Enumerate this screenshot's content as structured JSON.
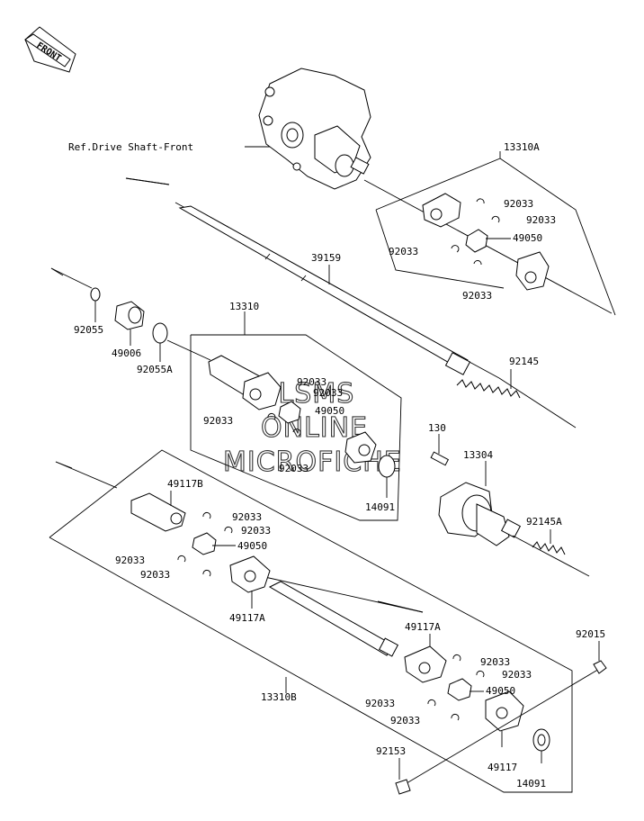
{
  "diagram": {
    "front_badge": "FRONT",
    "ref_label": "Ref.Drive Shaft-Front",
    "watermark": [
      "HLSMS",
      "ONLINE",
      "MICROFICHE"
    ],
    "part_labels": {
      "p13310A": "13310A",
      "p92033_a1": "92033",
      "p92033_a2": "92033",
      "p49050_a": "49050",
      "p92033_a3": "92033",
      "p92033_a4": "92033",
      "p39159": "39159",
      "p92055": "92055",
      "p49006": "49006",
      "p92055A": "92055A",
      "p13310": "13310",
      "p92033_b1": "92033",
      "p92033_b2": "92033",
      "p92033_b3": "92033",
      "p49050_b": "49050",
      "p92033_b4": "92033",
      "p92145": "92145",
      "p130": "130",
      "p13304": "13304",
      "p14091_a": "14091",
      "p92145A": "92145A",
      "p49117B": "49117B",
      "p92033_c1": "92033",
      "p92033_c2": "92033",
      "p49050_c": "49050",
      "p92033_c3": "92033",
      "p92033_c4": "92033",
      "p49117A_1": "49117A",
      "p49117A_2": "49117A",
      "p92033_d1": "92033",
      "p92033_d2": "92033",
      "p49050_d": "49050",
      "p92033_d3": "92033",
      "p92033_d4": "92033",
      "p92015": "92015",
      "p13310B": "13310B",
      "p92153": "92153",
      "p49117": "49117",
      "p14091_b": "14091"
    }
  }
}
